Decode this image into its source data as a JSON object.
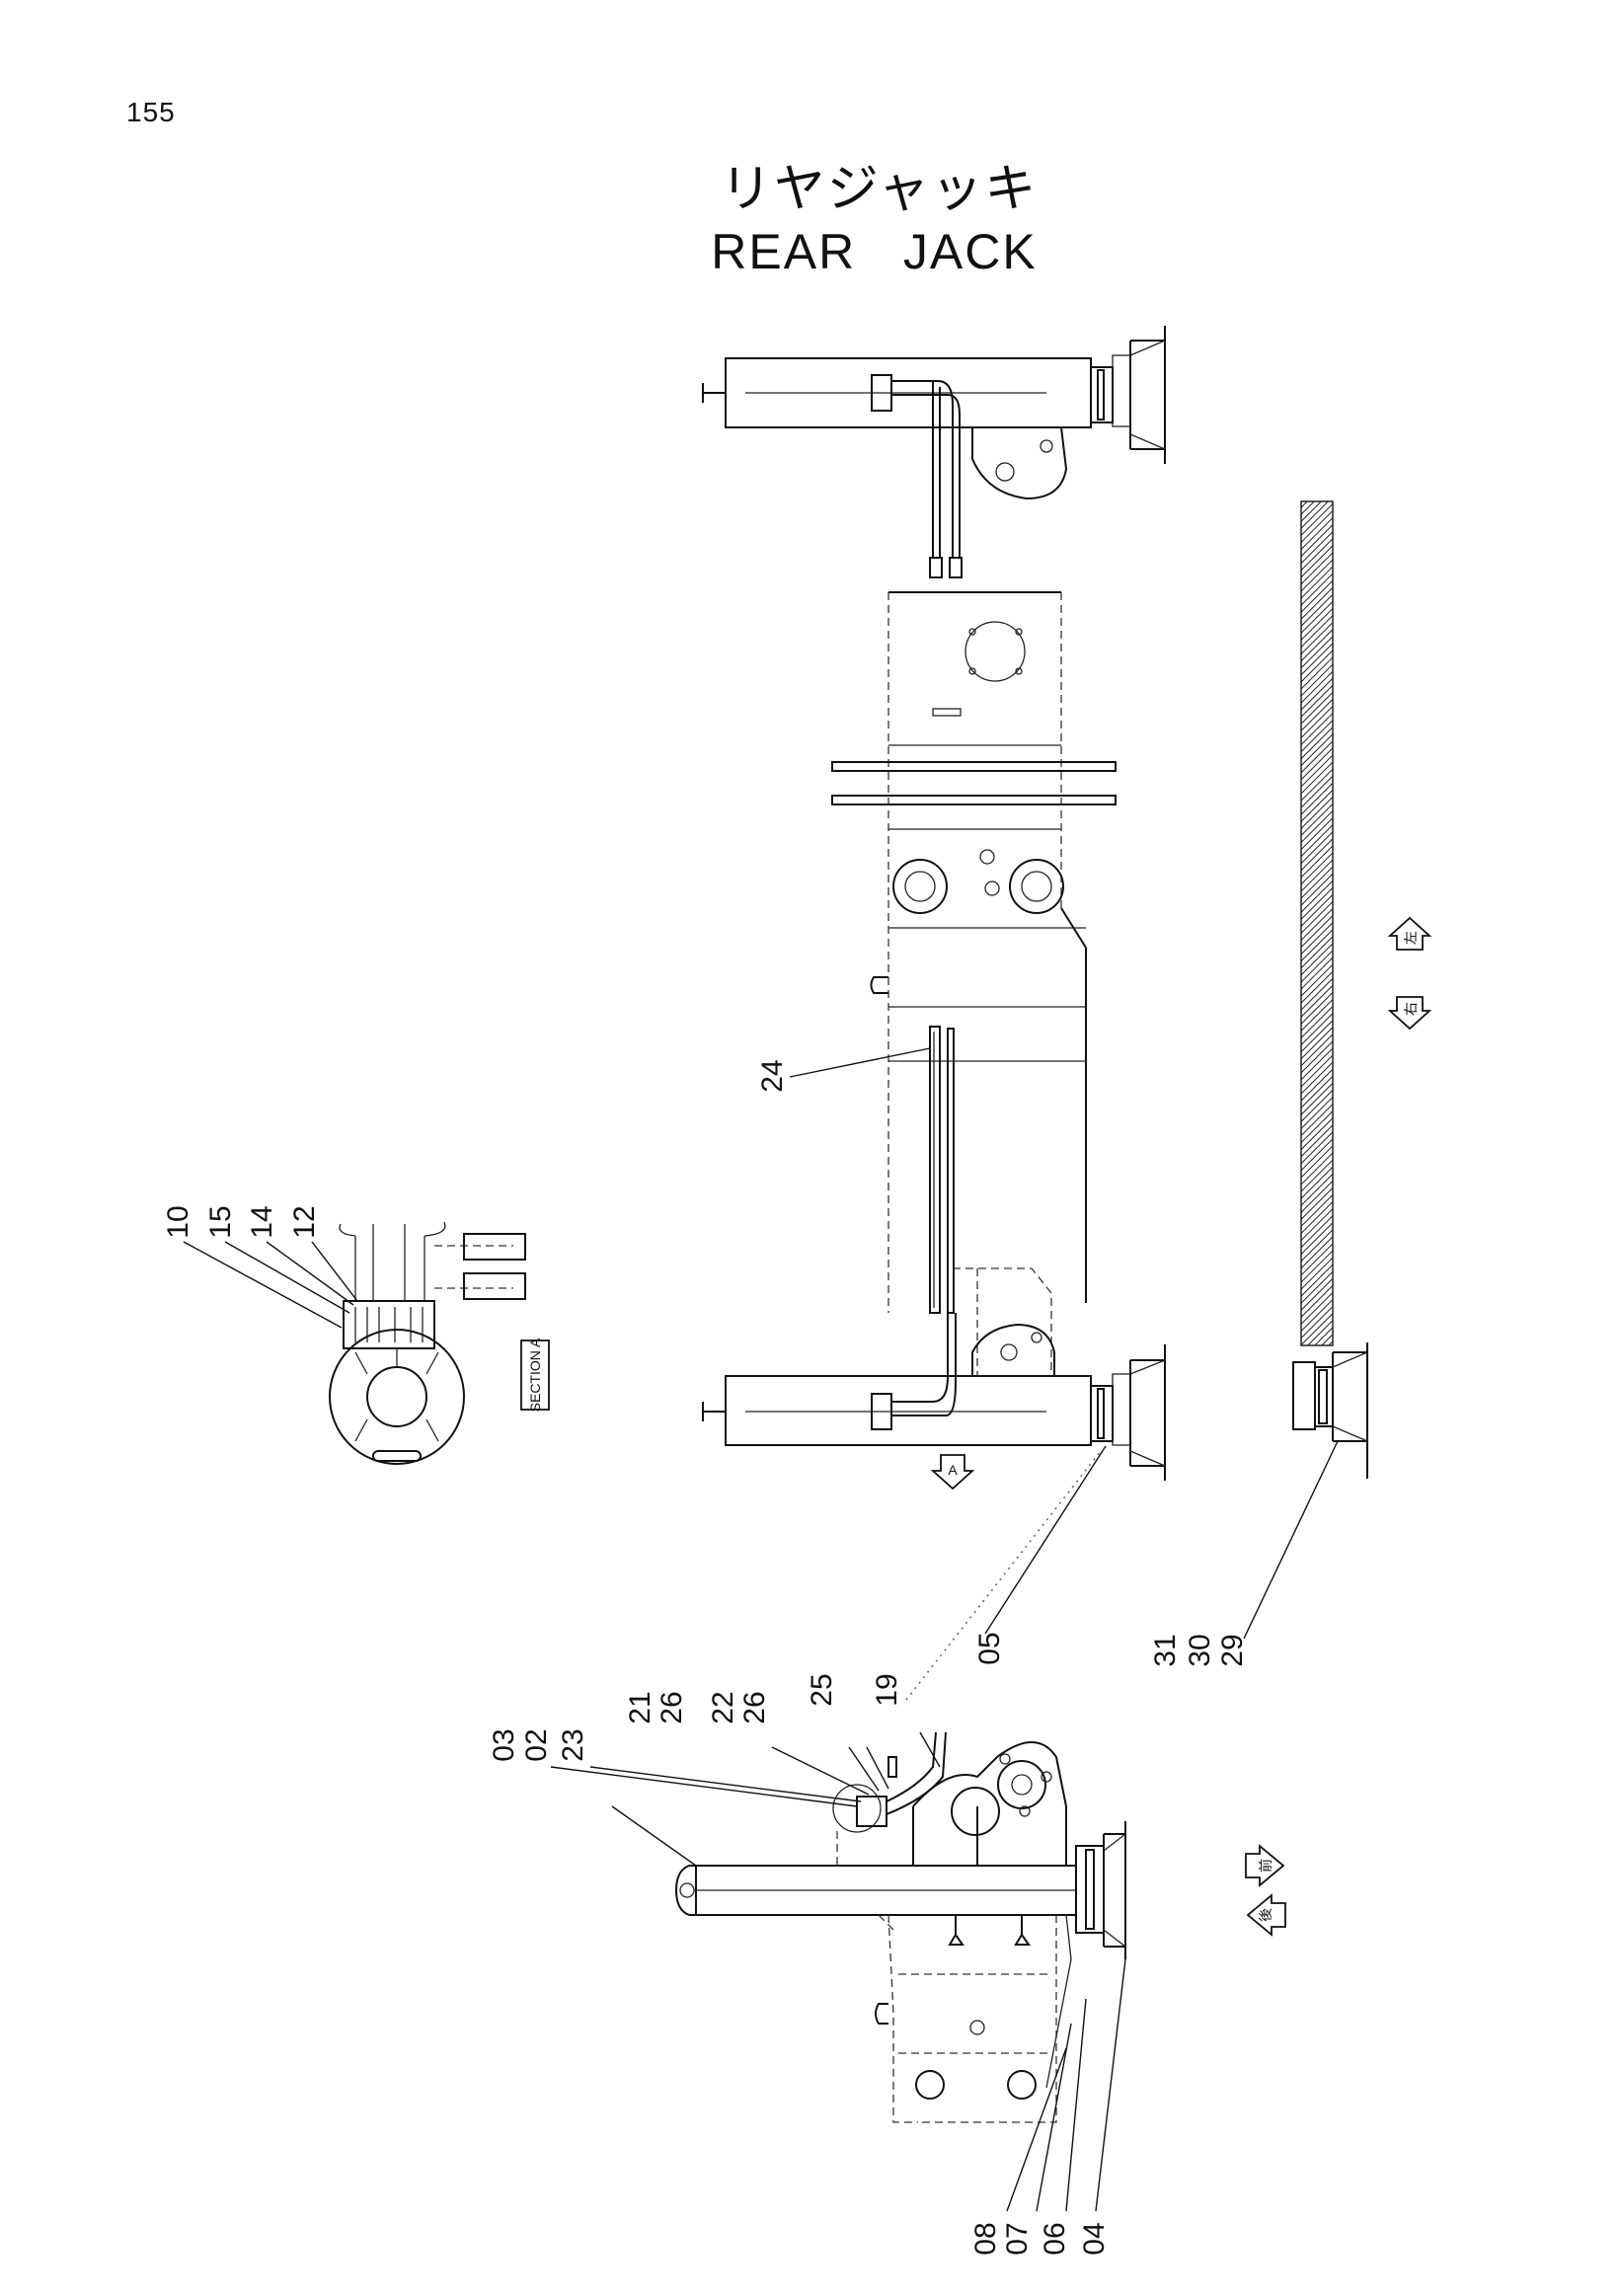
{
  "page_number": "155",
  "title_jp": "リヤジャッキ",
  "title_en": "REAR   JACK",
  "section_label": "SECTION A",
  "view_marker": "A",
  "direction_marks": [
    "前",
    "後",
    "左",
    "右"
  ],
  "callouts": [
    "24",
    "10",
    "15",
    "14",
    "12",
    "05",
    "31",
    "30",
    "29",
    "03",
    "02",
    "23",
    "21",
    "26",
    "22",
    "26",
    "25",
    "19",
    "08",
    "07",
    "06",
    "04"
  ]
}
